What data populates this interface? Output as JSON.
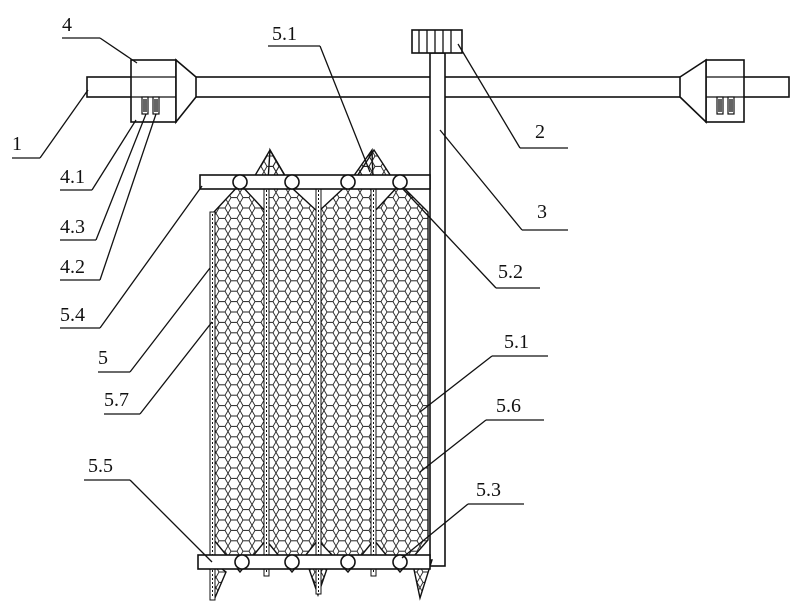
{
  "figure": {
    "labels": {
      "l1": "1",
      "l2": "2",
      "l3": "3",
      "l4": "4",
      "l4_1": "4.1",
      "l4_2": "4.2",
      "l4_3": "4.3",
      "l5": "5",
      "l5_1_top": "5.1",
      "l5_1_mid": "5.1",
      "l5_2": "5.2",
      "l5_3": "5.3",
      "l5_4": "5.4",
      "l5_5": "5.5",
      "l5_6": "5.6",
      "l5_7": "5.7"
    }
  }
}
